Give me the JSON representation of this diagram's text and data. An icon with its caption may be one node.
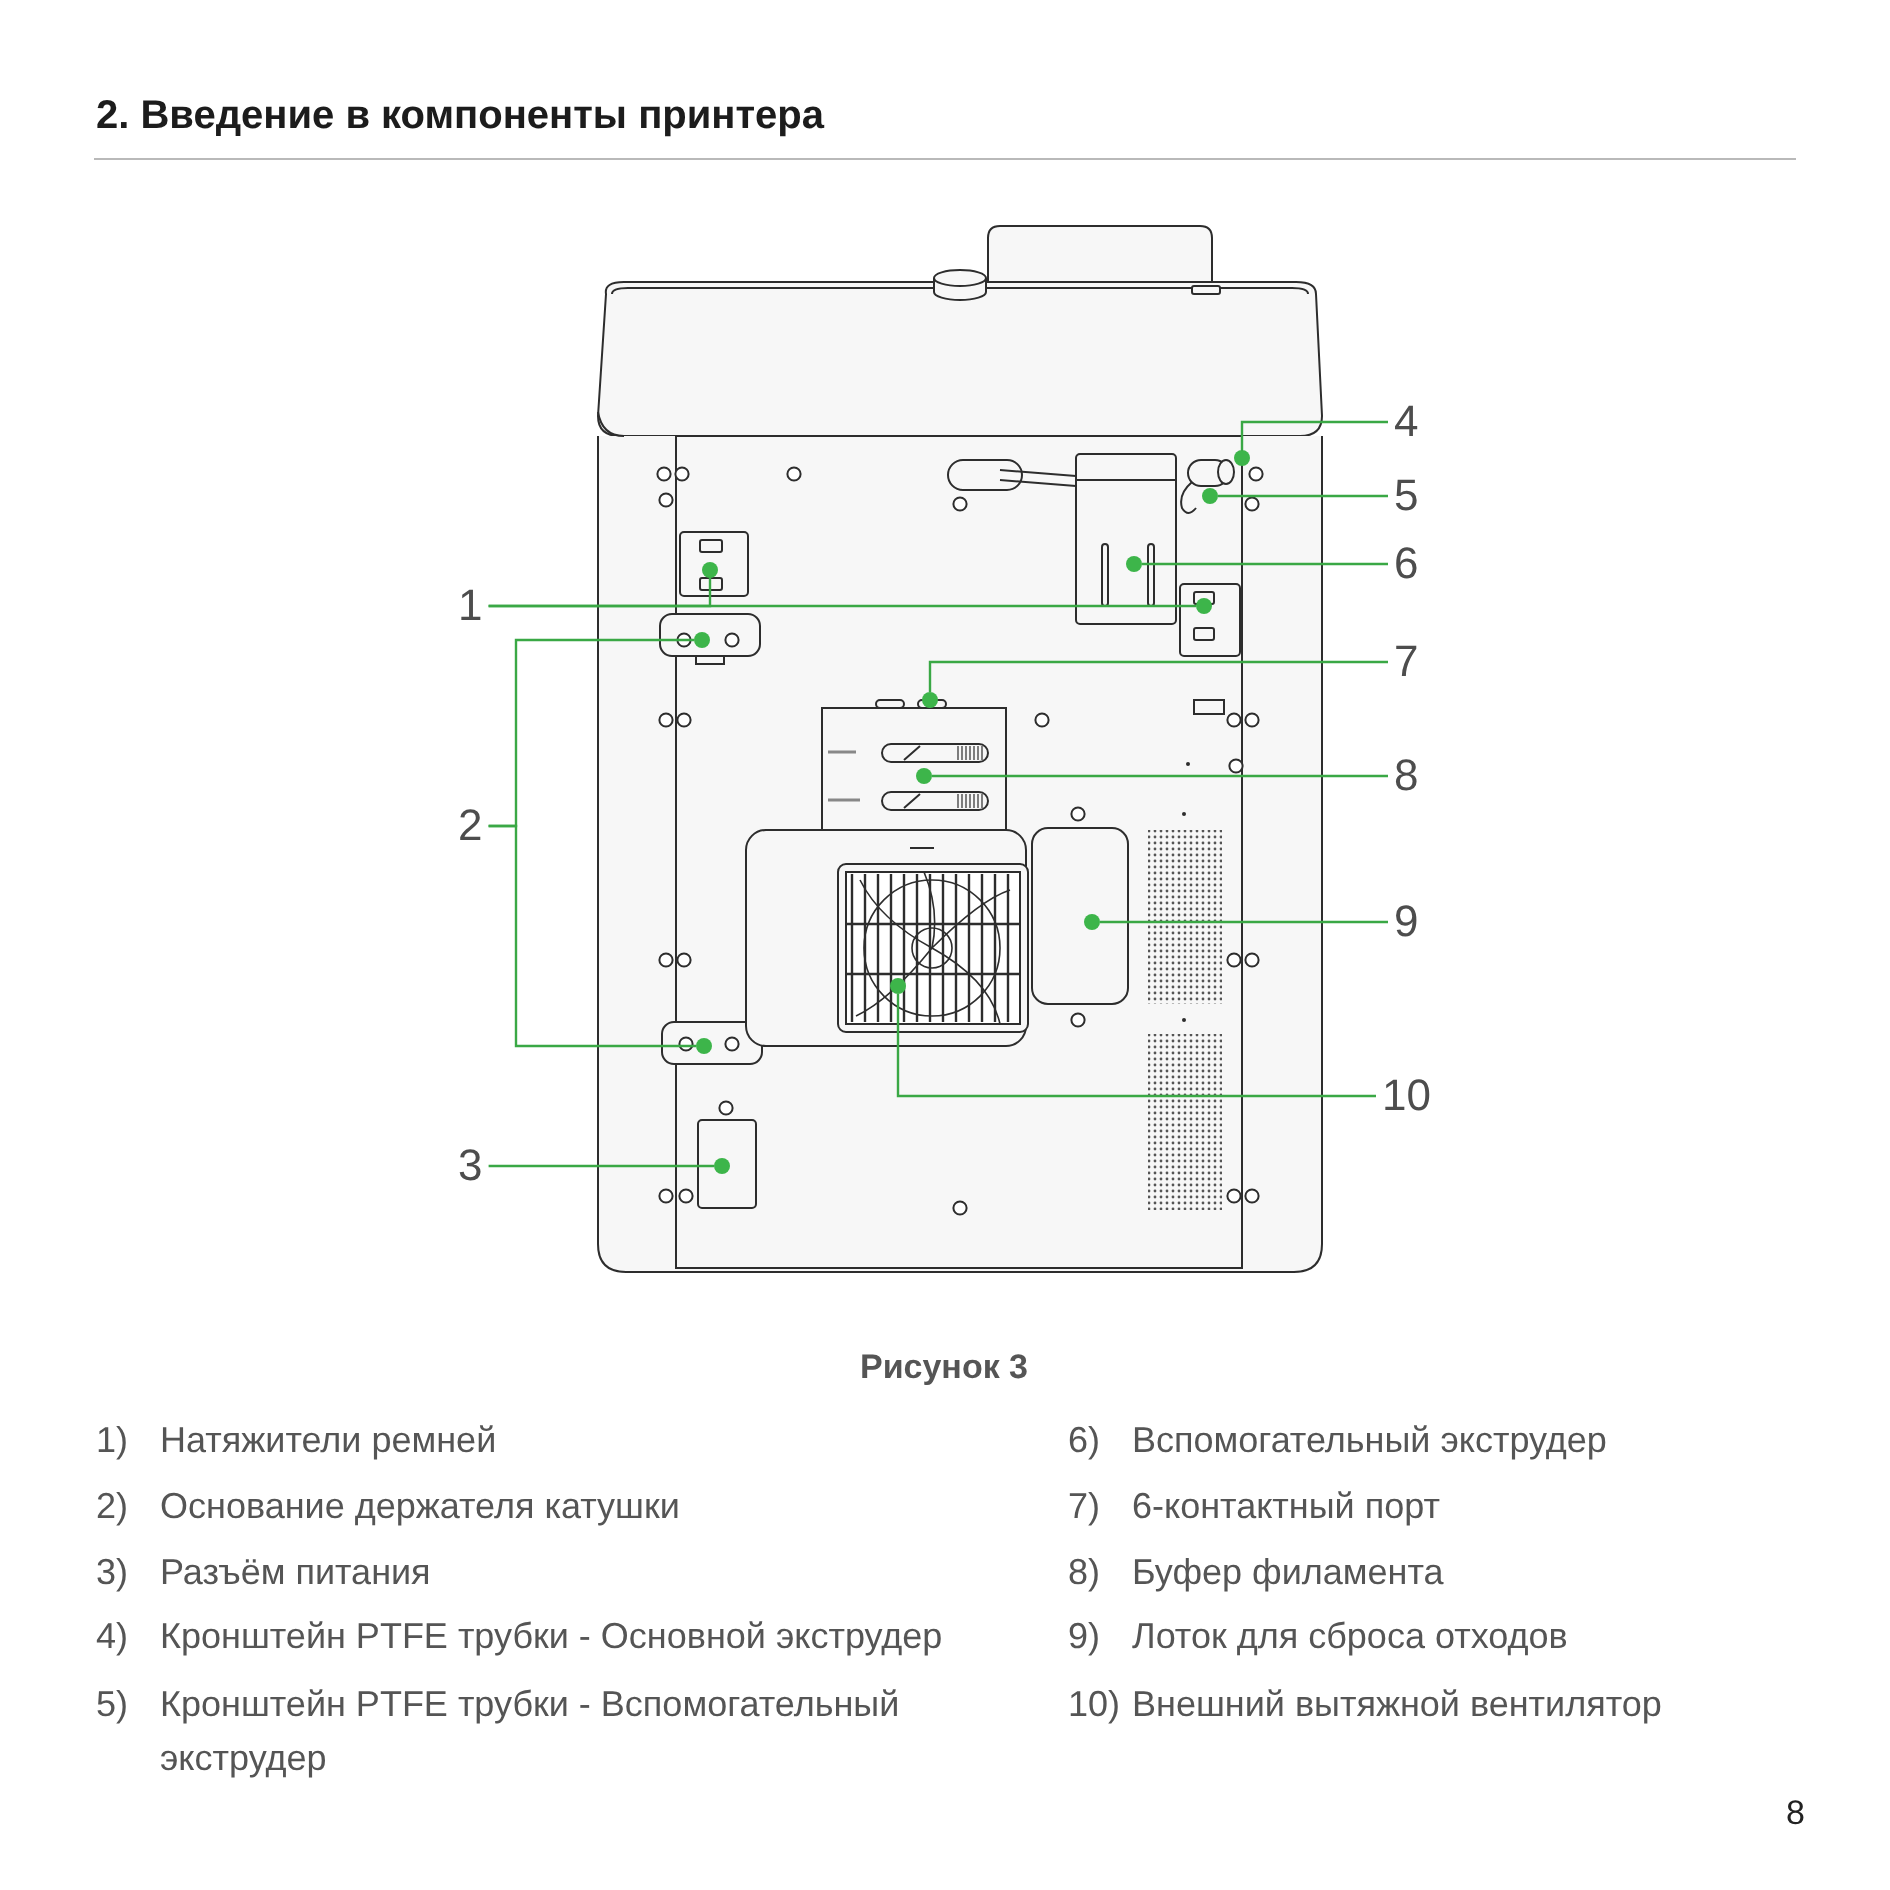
{
  "diagram": {
    "title": "2. Введение в компоненты принтера",
    "caption": "Рисунок 3",
    "nodes": [
      {
        "text": [
          "1"
        ]
      },
      {
        "text": [],
        "shape": "circle"
      },
      {
        "text": [],
        "shape": "circle"
      },
      {
        "text": [
          "2"
        ]
      },
      {
        "text": [],
        "shape": "circle"
      },
      {
        "text": [],
        "shape": "circle"
      },
      {
        "text": [
          "3"
        ]
      },
      {
        "text": [],
        "shape": "circle"
      },
      {
        "text": [
          "4"
        ]
      },
      {
        "text": [],
        "shape": "circle"
      },
      {
        "text": [
          "5"
        ]
      },
      {
        "text": [],
        "shape": "circle"
      },
      {
        "text": [
          "6"
        ]
      },
      {
        "text": [],
        "shape": "circle"
      },
      {
        "text": [
          "7"
        ]
      },
      {
        "text": [],
        "shape": "circle"
      },
      {
        "text": [
          "8"
        ]
      },
      {
        "text": [],
        "shape": "circle"
      },
      {
        "text": [
          "9"
        ]
      },
      {
        "text": [],
        "shape": "circle"
      },
      {
        "text": [
          "10"
        ]
      },
      {
        "text": [],
        "shape": "circle"
      }
    ],
    "edges": [
      {
        "from": 0,
        "to": 1,
        "arrow": "none"
      },
      {
        "from": 0,
        "to": 2,
        "arrow": "none"
      },
      {
        "from": 3,
        "to": 4,
        "arrow": "none"
      },
      {
        "from": 3,
        "to": 5,
        "arrow": "none"
      },
      {
        "from": 6,
        "to": 7,
        "arrow": "none"
      },
      {
        "from": 8,
        "to": 9,
        "arrow": "none"
      },
      {
        "from": 10,
        "to": 11,
        "arrow": "none"
      },
      {
        "from": 12,
        "to": 13,
        "arrow": "none"
      },
      {
        "from": 14,
        "to": 15,
        "arrow": "none"
      },
      {
        "from": 16,
        "to": 17,
        "arrow": "none"
      },
      {
        "from": 18,
        "to": 19,
        "arrow": "none"
      },
      {
        "from": 20,
        "to": 21,
        "arrow": "none"
      }
    ],
    "labels": [
      "1)",
      "Натяжители ремней",
      "2)",
      "Основание держателя катушки",
      "3)",
      "Разъём питания",
      "4)",
      "Кронштейн PTFE трубки - Основной экструдер",
      "5)",
      "Кронштейн PTFE трубки - Вспомогательный экструдер",
      "6)",
      "Вспомогательный экструдер",
      "7)",
      "6-контактный порт",
      "8)",
      "Буфер филамента",
      "9)",
      "Лоток для сброса отходов",
      "10)",
      "Внешний вытяжной вентилятор",
      "8"
    ]
  }
}
